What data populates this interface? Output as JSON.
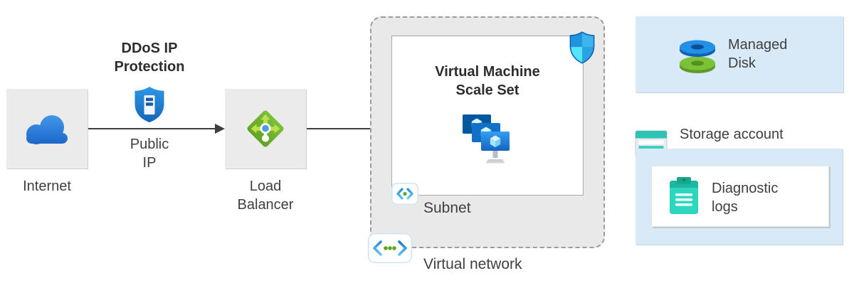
{
  "nodes": {
    "internet": {
      "label": "Internet",
      "icon": "cloud-icon"
    },
    "ddos_protection": {
      "title": "DDoS IP\nProtection",
      "caption": "Public\nIP",
      "icon": "ddos-protection-shield-icon"
    },
    "load_balancer": {
      "label": "Load\nBalancer",
      "icon": "load-balancer-icon"
    },
    "virtual_network": {
      "label": "Virtual network",
      "icon": "virtual-network-icon"
    },
    "subnet": {
      "label": "Subnet",
      "icon": "subnet-icon",
      "security_icon": "nsg-shield-icon"
    },
    "vm_scale_set": {
      "title": "Virtual Machine\nScale Set",
      "icon": "vm-scale-set-icon"
    },
    "managed_disk": {
      "label": "Managed\nDisk",
      "icon": "managed-disk-icon"
    },
    "storage_account": {
      "label": "Storage account",
      "icon": "storage-account-icon"
    },
    "diagnostic_logs": {
      "label": "Diagnostic\nlogs",
      "icon": "diagnostic-logs-clipboard-icon"
    }
  },
  "colors": {
    "node_box_bg": "#ebebeb",
    "vnet_container_bg": "#e9e9e9",
    "highlight_box_bg": "#d8eaf8",
    "arrow": "#3f3f3f",
    "azure_blue": "#2290e8",
    "green": "#7cc238",
    "light_green": "#bfe04d",
    "teal": "#2fd6bf",
    "cyan": "#54e5ff"
  }
}
